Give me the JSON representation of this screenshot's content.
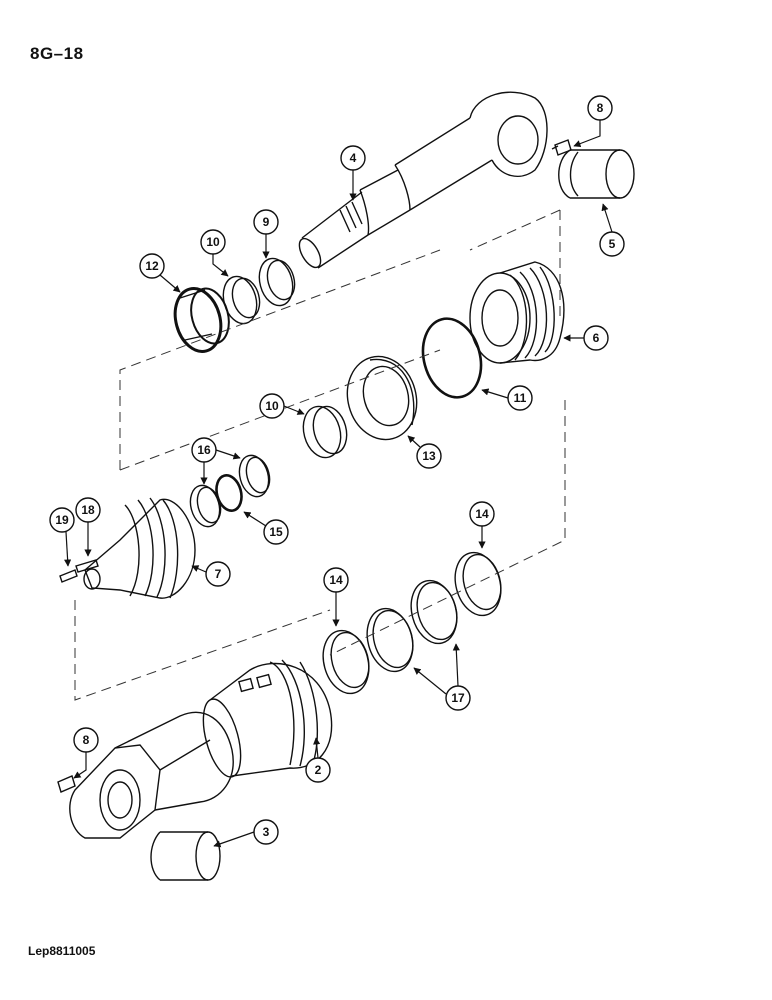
{
  "page": {
    "id": "8G–18",
    "doc_code": "Lep8811005"
  },
  "callouts": [
    "8",
    "4",
    "9",
    "10",
    "12",
    "5",
    "6",
    "11",
    "10",
    "13",
    "16",
    "19",
    "18",
    "15",
    "7",
    "14",
    "14",
    "17",
    "8",
    "2",
    "3"
  ]
}
